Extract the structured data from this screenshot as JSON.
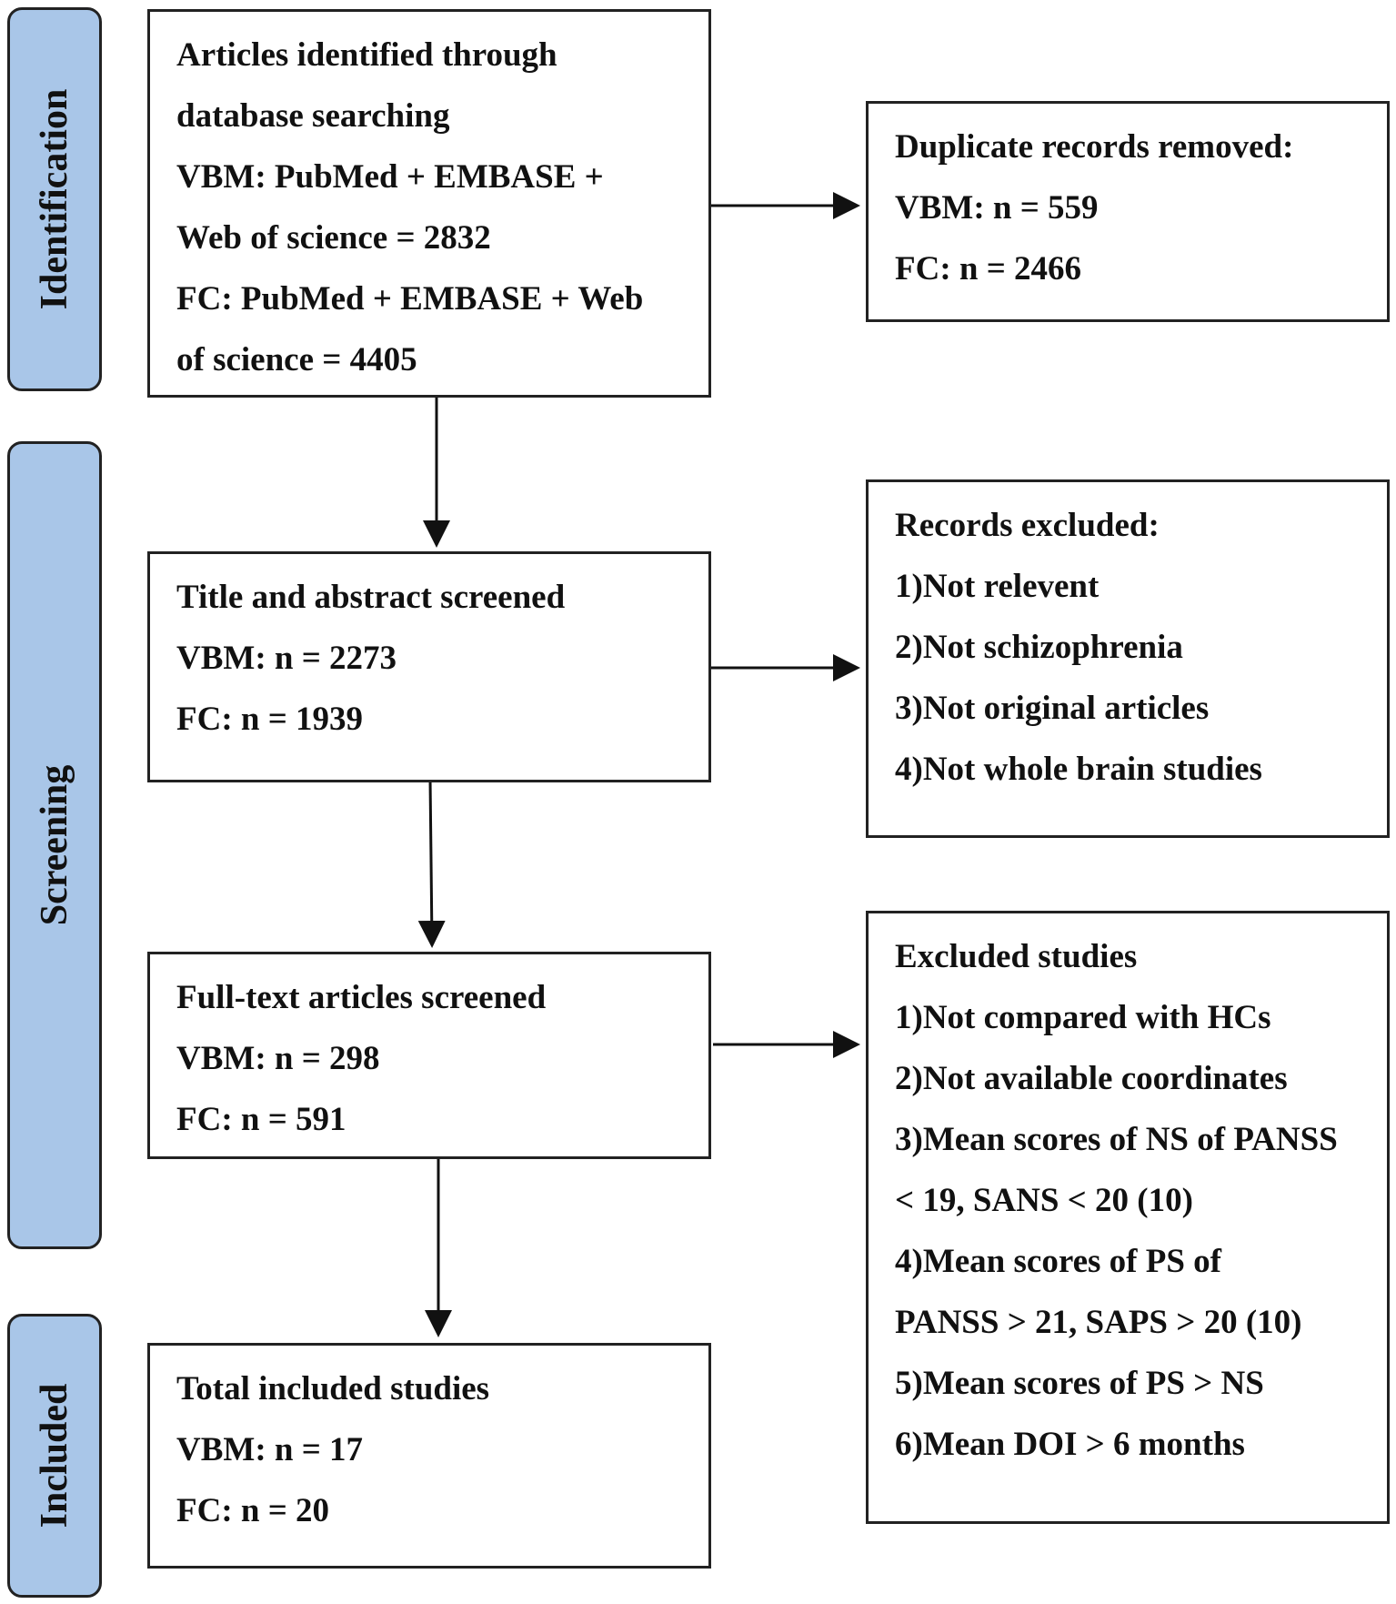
{
  "stages": {
    "identification": "Identification",
    "screening": "Screening",
    "included": "Included"
  },
  "boxes": {
    "identified": {
      "lines": [
        "Articles identified through",
        "database searching",
        "VBM: PubMed + EMBASE +",
        "Web of science = 2832",
        "FC: PubMed + EMBASE + Web",
        "of science = 4405"
      ]
    },
    "duplicates": {
      "lines": [
        "Duplicate records removed:",
        "VBM: n = 559",
        "FC: n = 2466"
      ]
    },
    "title_abstract": {
      "lines": [
        "Title and abstract screened",
        "VBM: n = 2273",
        "FC: n = 1939"
      ]
    },
    "records_excluded": {
      "lines": [
        "Records excluded:",
        "1)Not relevent",
        "2)Not schizophrenia",
        "3)Not original articles",
        "4)Not whole brain studies"
      ]
    },
    "full_text": {
      "lines": [
        "Full-text articles screened",
        "VBM: n = 298",
        "FC: n = 591"
      ]
    },
    "excluded_studies": {
      "lines": [
        "Excluded studies",
        "1)Not compared with HCs",
        "2)Not available coordinates",
        "3)Mean scores of NS of PANSS",
        "< 19, SANS < 20 (10)",
        "4)Mean scores of PS of",
        "PANSS > 21, SAPS > 20 (10)",
        "5)Mean scores of PS > NS",
        "6)Mean DOI > 6 months"
      ]
    },
    "total_included": {
      "lines": [
        "Total included studies",
        "VBM: n = 17",
        "FC: n = 20"
      ]
    }
  },
  "colors": {
    "stage_fill": "#a9c6e8",
    "border": "#222222",
    "text": "#111111"
  }
}
